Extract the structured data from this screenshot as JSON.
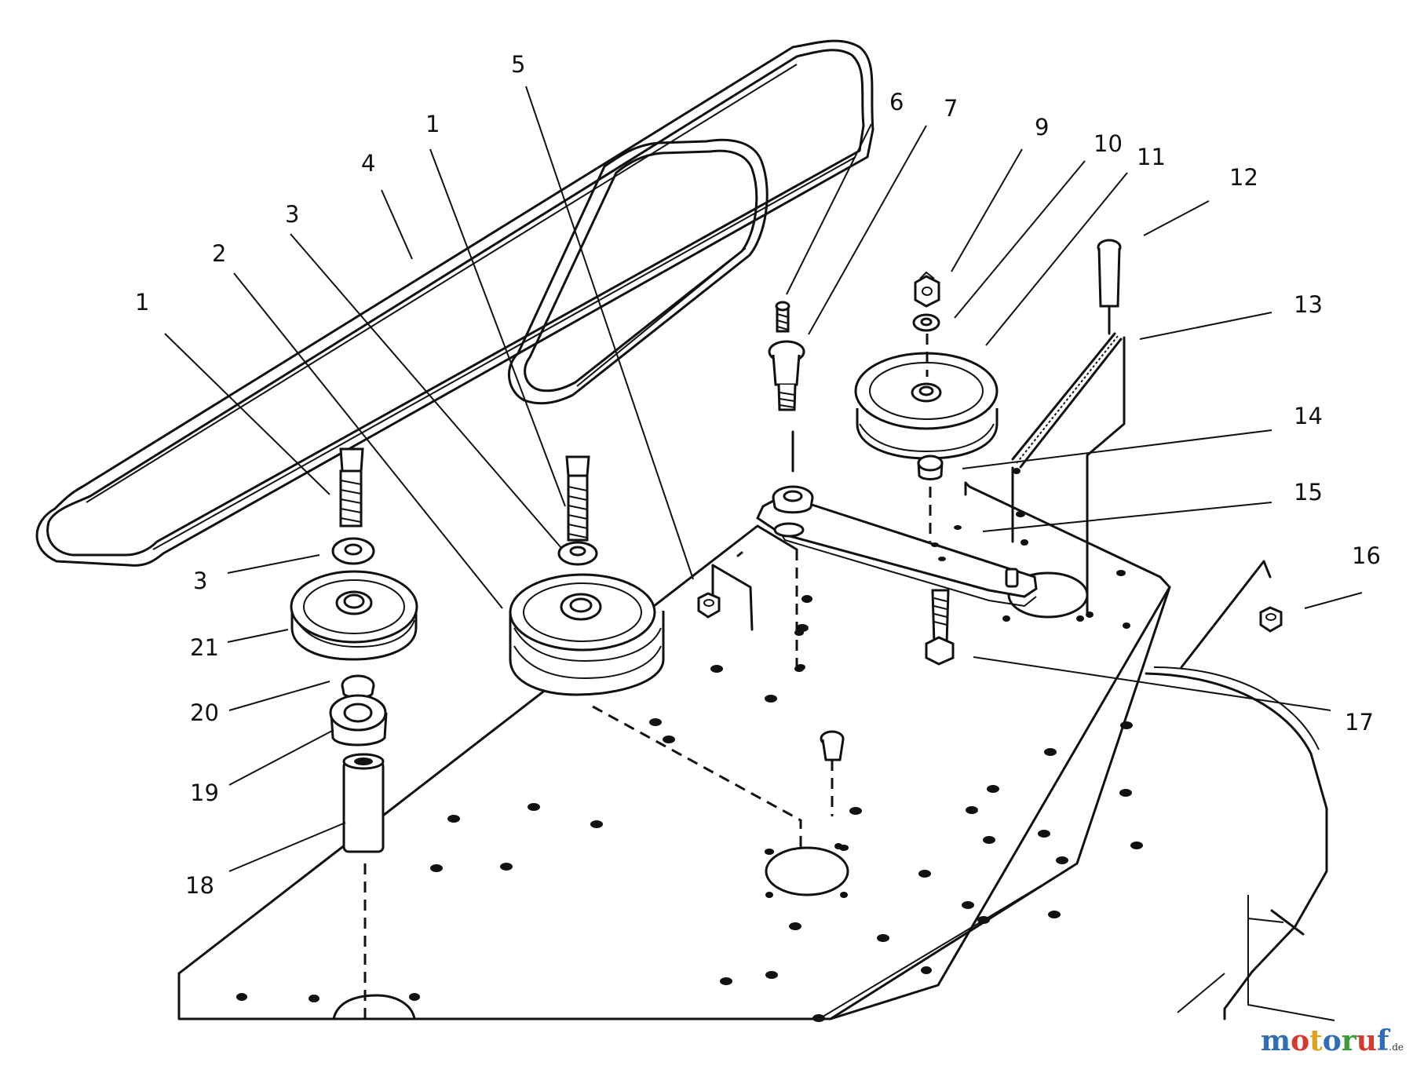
{
  "callouts": [
    {
      "id": "c1a",
      "text": "1"
    },
    {
      "id": "c1b",
      "text": "1"
    },
    {
      "id": "c2",
      "text": "2"
    },
    {
      "id": "c3a",
      "text": "3"
    },
    {
      "id": "c3b",
      "text": "3"
    },
    {
      "id": "c4",
      "text": "4"
    },
    {
      "id": "c5",
      "text": "5"
    },
    {
      "id": "c6",
      "text": "6"
    },
    {
      "id": "c7",
      "text": "7"
    },
    {
      "id": "c9",
      "text": "9"
    },
    {
      "id": "c10",
      "text": "10"
    },
    {
      "id": "c11",
      "text": "11"
    },
    {
      "id": "c12",
      "text": "12"
    },
    {
      "id": "c13",
      "text": "13"
    },
    {
      "id": "c14",
      "text": "14"
    },
    {
      "id": "c15",
      "text": "15"
    },
    {
      "id": "c16",
      "text": "16"
    },
    {
      "id": "c17",
      "text": "17"
    },
    {
      "id": "c18",
      "text": "18"
    },
    {
      "id": "c19",
      "text": "19"
    },
    {
      "id": "c20",
      "text": "20"
    },
    {
      "id": "c21",
      "text": "21"
    }
  ],
  "watermark": {
    "parts": [
      {
        "text": "m",
        "color": "#2f6db5"
      },
      {
        "text": "o",
        "color": "#d43a2f"
      },
      {
        "text": "t",
        "color": "#e0a21a"
      },
      {
        "text": "o",
        "color": "#2f6db5"
      },
      {
        "text": "r",
        "color": "#3b9a3b"
      },
      {
        "text": "u",
        "color": "#d43a2f"
      },
      {
        "text": "f",
        "color": "#2f6db5"
      }
    ],
    "suffix": ".de"
  }
}
